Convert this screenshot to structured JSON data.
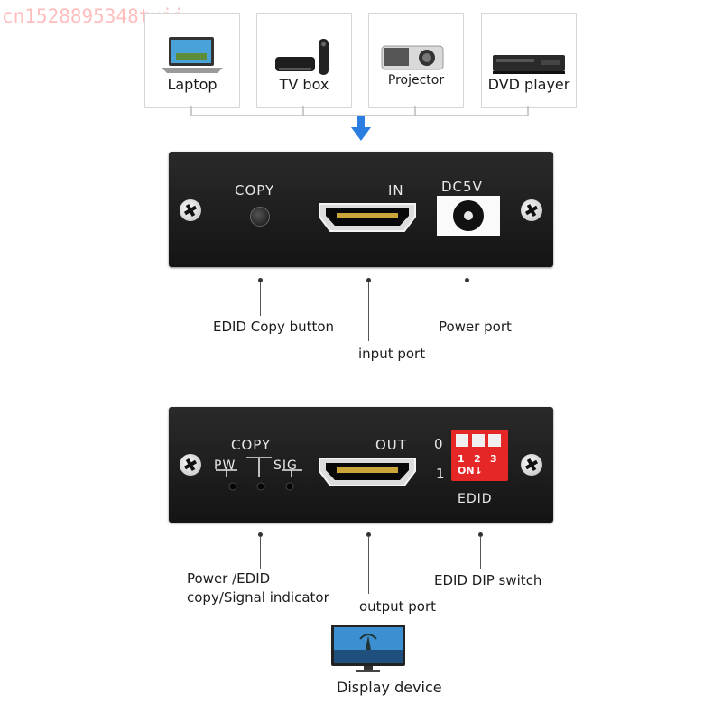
{
  "watermark": "cn1528895348tuii",
  "sources": [
    {
      "label": "Laptop",
      "icon": "laptop-icon"
    },
    {
      "label": "TV box",
      "icon": "tv-box-icon"
    },
    {
      "label": "Projector",
      "icon": "projector-icon"
    },
    {
      "label": "DVD player",
      "icon": "dvd-player-icon"
    }
  ],
  "front_panel": {
    "copy_label": "COPY",
    "in_label": "IN",
    "power_label": "DC5V"
  },
  "front_callouts": {
    "copy_button": "EDID Copy button",
    "input_port": "input port",
    "power_port": "Power port"
  },
  "back_panel": {
    "copy_label": "COPY",
    "pw_label": "PW",
    "sig_label": "SIG",
    "out_label": "OUT",
    "dip_zero": "0",
    "dip_one": "1",
    "dip_numbers": [
      "1",
      "2",
      "3"
    ],
    "dip_on": "ON",
    "edid_label": "EDID"
  },
  "back_callouts": {
    "indicator_line1": "Power /EDID",
    "indicator_line2": "copy/Signal indicator",
    "output_port": "output port",
    "dip_switch": "EDID DIP switch"
  },
  "display_device": {
    "label": "Display device",
    "icon": "monitor-icon"
  },
  "colors": {
    "arrow": "#2a7de1",
    "panel": "#1b1b1b",
    "dip_switch": "#e52727",
    "watermark": "#ffbdbd"
  }
}
